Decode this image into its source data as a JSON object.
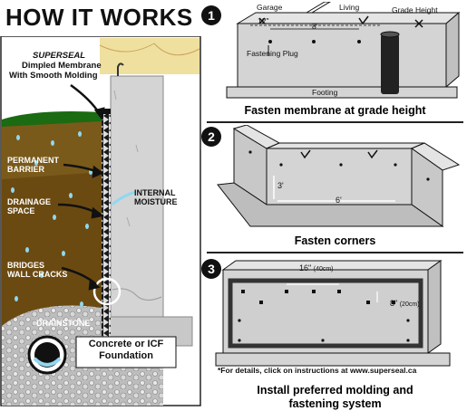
{
  "title": "HOW IT WORKS",
  "cross_section": {
    "brand": "SUPERSEAL",
    "product_line1": "Dimpled Membrane",
    "product_line2": "With Smooth Molding",
    "label_barrier_1": "PERMANENT",
    "label_barrier_2": "BARRIER",
    "label_drainage_1": "DRAINAGE",
    "label_drainage_2": "SPACE",
    "label_moisture_1": "INTERNAL",
    "label_moisture_2": "MOISTURE",
    "label_bridges_1": "BRIDGES",
    "label_bridges_2": "WALL CRACKS",
    "label_drainstone": "DRAINSTONE",
    "foundation_1": "Concrete or ICF",
    "foundation_2": "Foundation"
  },
  "steps": [
    {
      "number": "1",
      "caption": "Fasten membrane at grade height",
      "labels": {
        "garage": "Garage",
        "living": "Living",
        "grade_height": "Grade Height",
        "dim_12": "12\"",
        "dim_8": "8'",
        "fastening_plug": "Fastening Plug",
        "footing": "Footing"
      }
    },
    {
      "number": "2",
      "caption": "Fasten corners",
      "labels": {
        "dim_3": "3'",
        "dim_6": "6'"
      }
    },
    {
      "number": "3",
      "caption_line1": "Install preferred molding and",
      "caption_line2": "fastening system",
      "labels": {
        "dim_16": "16\"",
        "dim_16_cm": "(40cm)",
        "dim_8": "8\"",
        "dim_8_cm": "(20cm)",
        "note": "*For details, click on instructions at www.superseal.ca"
      }
    }
  ],
  "colors": {
    "wall": "#d4d4d4",
    "soil": "#6b4a12",
    "topsoil": "#7a5a1a",
    "grass": "#1a6b12",
    "membrane": "#1a1a1a",
    "water": "#8fd8f0",
    "insulation": "#f0e0a0"
  }
}
